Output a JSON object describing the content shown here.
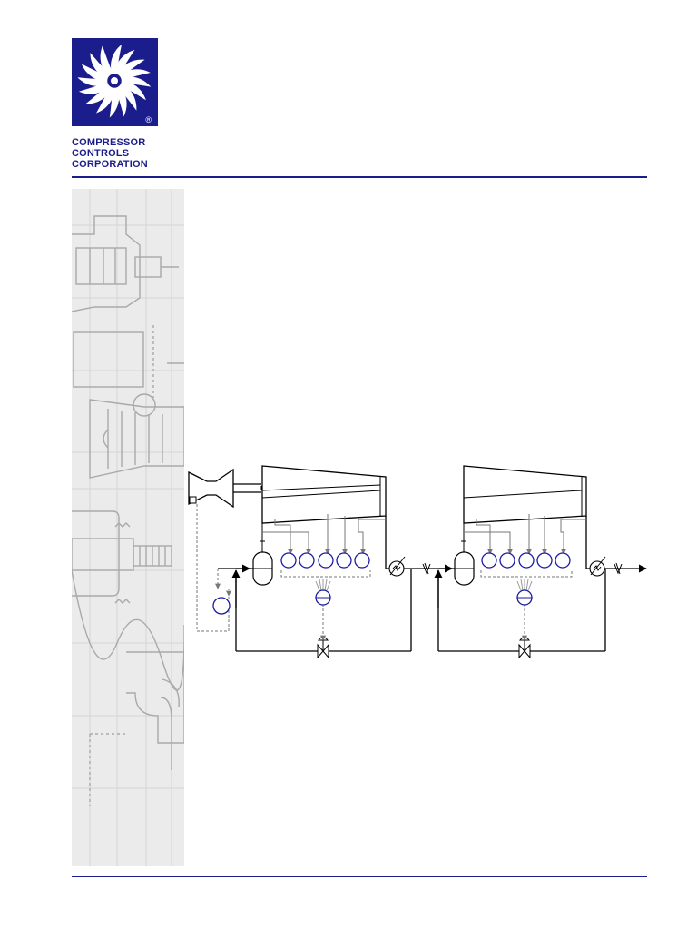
{
  "company": {
    "line1": "COMPRESSOR",
    "line2": "CONTROLS",
    "line3": "CORPORATION",
    "registered_mark": "®"
  },
  "colors": {
    "brand": "#1b1d8c",
    "panel": "#ebebeb",
    "drawing_gray": "#a9a9a9",
    "instrument_blue": "#1a1aa0"
  },
  "icons": {
    "logo": "turbine-swirl-icon",
    "turbine": "steam-turbine-icon",
    "compressor": "compressor-icon",
    "separator": "knockout-drum-icon",
    "controller": "controller-circle-icon",
    "cooler": "cooler-icon",
    "check_valve": "check-valve-icon",
    "control_valve": "recycle-valve-icon"
  }
}
